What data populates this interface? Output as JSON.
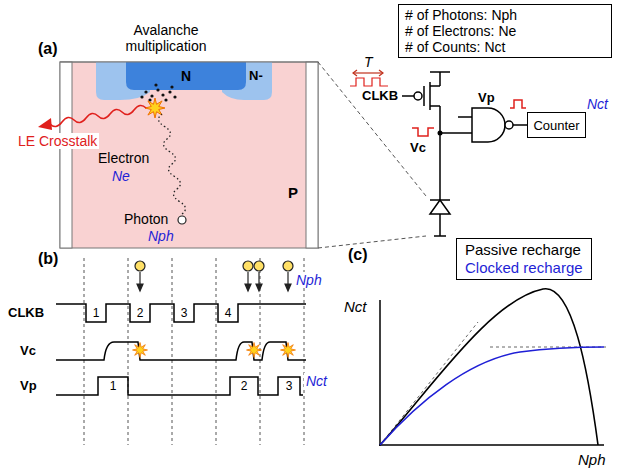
{
  "diagram": {
    "nodes": [
      {
        "text": [
          "# of Photons: Nph",
          "# of Electrons: Ne",
          "# of Counts: Nct"
        ]
      },
      {
        "text": [
          "P"
        ]
      },
      {
        "text": [
          "N"
        ],
        "in": 1
      },
      {
        "text": [
          "N-"
        ],
        "in": 1
      },
      {
        "text": [
          "Counter"
        ]
      }
    ],
    "labels": [
      "(a)",
      "Avalanche multiplication",
      "LE Crosstalk",
      "Electron",
      "Ne",
      "Photon",
      "Nph",
      "T",
      "CLKB",
      "Vc",
      "Vp",
      "Nct",
      "(b)",
      "Nph",
      "CLKB",
      "1",
      "2",
      "3",
      "4",
      "Vc",
      "Vp",
      "1",
      "2",
      "3",
      "Nct",
      "(c)",
      "Nct",
      "Nph"
    ],
    "legend": [
      {
        "text": "Passive recharge"
      },
      {
        "text": "Clocked recharge"
      }
    ]
  }
}
